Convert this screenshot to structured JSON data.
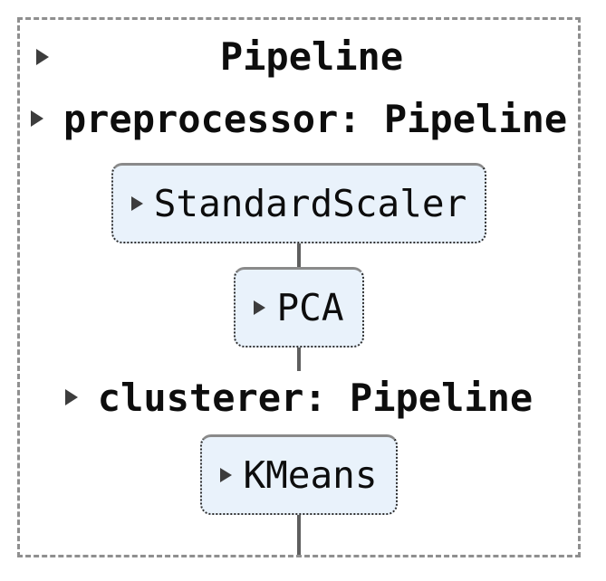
{
  "pipeline_diagram": {
    "title": {
      "label": "Pipeline"
    },
    "items": [
      {
        "type": "sub-pipeline-label",
        "label": "preprocessor: Pipeline"
      },
      {
        "type": "estimator",
        "label": "StandardScaler"
      },
      {
        "type": "estimator",
        "label": "PCA"
      },
      {
        "type": "sub-pipeline-label",
        "label": "clusterer: Pipeline"
      },
      {
        "type": "estimator",
        "label": "KMeans"
      }
    ],
    "icons": {
      "toggle_caret": "right-pointing-triangle"
    },
    "colors": {
      "estimator_fill": "#e9f2fb",
      "estimator_border": "#2f2f2f",
      "estimator_top_border": "#8a8a8a",
      "outer_border": "#8f8f8f",
      "connector": "#5f5f5f",
      "caret": "#3d3d3d",
      "text": "#0d0d0d"
    }
  }
}
